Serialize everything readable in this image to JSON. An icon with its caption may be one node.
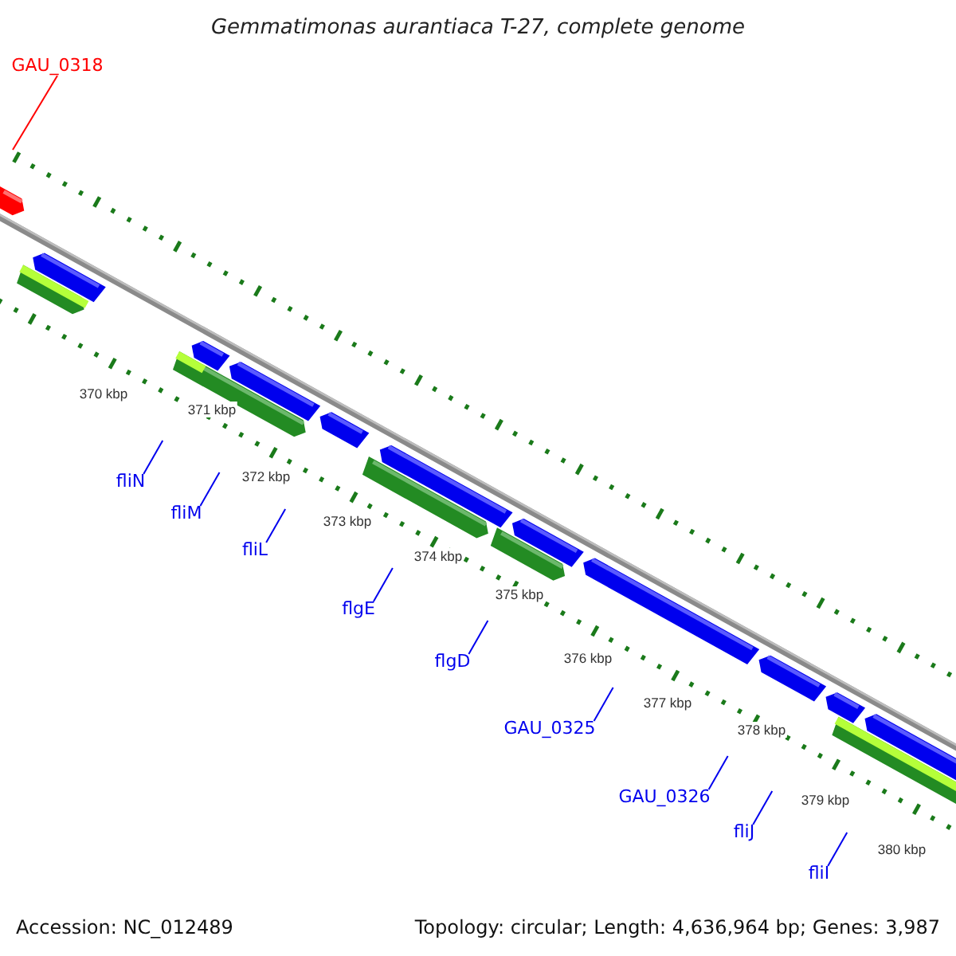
{
  "diagram": {
    "title": "Gemmatimonas aurantiaca T-27, complete genome",
    "nodes": [
      {
        "text": [
          "GAU_0318"
        ]
      },
      {
        "text": [
          "fliN"
        ]
      },
      {
        "text": [
          "fliM"
        ]
      },
      {
        "text": [
          "fliL"
        ]
      },
      {
        "text": [
          "flgE"
        ]
      },
      {
        "text": [
          "flgD"
        ]
      },
      {
        "text": [
          "GAU_0325"
        ]
      },
      {
        "text": [
          "GAU_0326"
        ]
      },
      {
        "text": [
          "fliJ"
        ]
      },
      {
        "text": [
          "fliI"
        ]
      }
    ],
    "edges": [
      {
        "from": 0,
        "to": null,
        "arrow": "none",
        "color": "#ff0000"
      },
      {
        "from": 1,
        "to": null,
        "arrow": "none"
      },
      {
        "from": 2,
        "to": null,
        "arrow": "none"
      },
      {
        "from": 3,
        "to": null,
        "arrow": "none"
      },
      {
        "from": 4,
        "to": null,
        "arrow": "none"
      },
      {
        "from": 5,
        "to": null,
        "arrow": "none"
      },
      {
        "from": 6,
        "to": null,
        "arrow": "none"
      },
      {
        "from": 7,
        "to": null,
        "arrow": "none"
      },
      {
        "from": 8,
        "to": null,
        "arrow": "none"
      },
      {
        "from": 9,
        "to": null,
        "arrow": "none"
      }
    ],
    "labels": [
      "370 kbp",
      "371 kbp",
      "372 kbp",
      "373 kbp",
      "374 kbp",
      "375 kbp",
      "376 kbp",
      "377 kbp",
      "378 kbp",
      "379 kbp",
      "380 kbp",
      "Accession: NC_012489",
      "Topology: circular; Length: 4,636,964 bp; Genes: 3,987"
    ]
  }
}
